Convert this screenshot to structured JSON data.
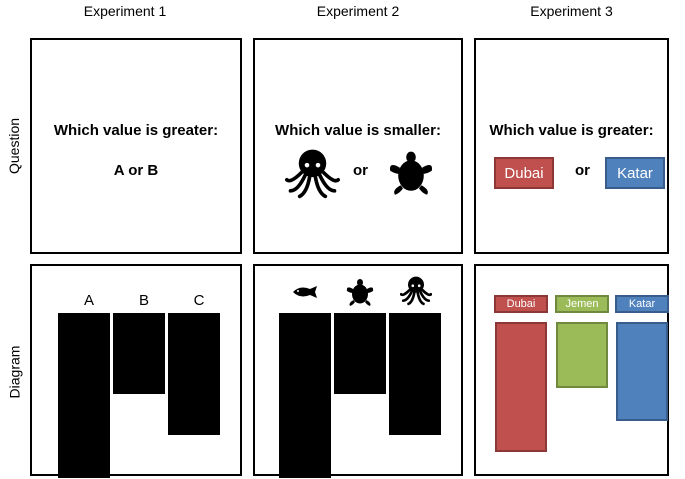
{
  "columns": [
    "Experiment 1",
    "Experiment 2",
    "Experiment 3"
  ],
  "rows": [
    "Question",
    "Diagram"
  ],
  "experiment1": {
    "question": "Which value is greater:",
    "options": "A or B",
    "categories": [
      "A",
      "B",
      "C"
    ],
    "values": [
      0.88,
      0.43,
      0.65
    ]
  },
  "experiment2": {
    "question": "Which value is smaller:",
    "or_label": "or",
    "option_icons": [
      "octopus-icon",
      "turtle-icon"
    ],
    "category_icons": [
      "fish-icon",
      "turtle-icon",
      "octopus-icon"
    ],
    "values": [
      0.88,
      0.43,
      0.65
    ]
  },
  "experiment3": {
    "question": "Which value is greater:",
    "or_label": "or",
    "options": [
      "Dubai",
      "Katar"
    ],
    "categories": [
      "Dubai",
      "Jemen",
      "Katar"
    ],
    "colors": {
      "Dubai": "#c0504d",
      "Dubai_border": "#8c3836",
      "Jemen": "#9bbb59",
      "Jemen_border": "#71893f",
      "Katar": "#4f81bd",
      "Katar_border": "#385d8a"
    },
    "values": [
      0.79,
      0.4,
      0.6
    ]
  }
}
